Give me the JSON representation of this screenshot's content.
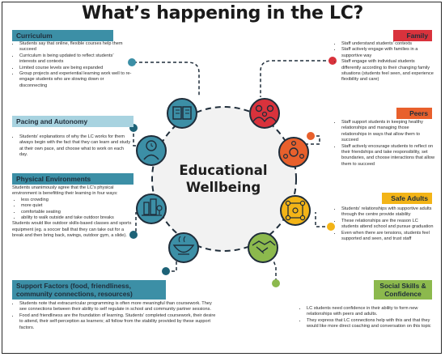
{
  "title": "What’s happening in the LC?",
  "center": {
    "line1": "Educational",
    "line2": "Wellbeing"
  },
  "colors": {
    "teal": "#3c8fa6",
    "dark_teal": "#1d6277",
    "red": "#d9323c",
    "orange": "#e8602c",
    "yellow": "#f3b417",
    "green": "#8cb94d",
    "circle_bg": "#f2f2f2",
    "ring": "#1f2d3a"
  },
  "sections": {
    "curriculum": {
      "header": "Curriculum",
      "items": [
        "Students say that online, flexible courses help them succeed",
        "Curriculum is being updated to reflect students’ interests and contexts",
        "Limited course levels are being expanded",
        "Group projects and experiential learning work well to re-engage students who are slowing down or disconnecting"
      ]
    },
    "pacing": {
      "header": "Pacing and Autonomy",
      "items": [
        "Students’ explanations of why the LC works for them always begin with the fact that they can learn and study at their own pace, and choose what to work on each day."
      ]
    },
    "physical": {
      "header": "Physical Environments",
      "intro": "Students unanimously agree that the LC’s physical environment is benefitting their learning in four ways:",
      "items": [
        "less crowding",
        "more quiet",
        "comfortable seating",
        "ability to walk outside and take outdoor breaks"
      ],
      "outro": "Students would like outdoor skills-based classes and sports equipment (eg. a soccer ball that they can take out for a break and then bring back, swings, outdoor gym, a slide)."
    },
    "support": {
      "header_line1": "Support Factors (food, friendliness,",
      "header_line2": "community connections, resources)",
      "items": [
        "Students note that extracurricular programming is often more meaningful than coursework. They see connections between their ability to self regulate in school and community partner sessions.",
        "Food and friendliness are the foundation of learning. Students’ completed coursework, their desire to attend, their self-perception as learners; all follow from the stability provided by these support factors."
      ]
    },
    "family": {
      "header": "Family",
      "items": [
        "Staff understand students’ contexts",
        "Staff actively engage with families in a supportive way",
        "Staff engage with individual students differently according to their changing family situations (students feel seen, and experience flexibility and care)"
      ]
    },
    "peers": {
      "header": "Peers",
      "items": [
        "Staff support students in keeping healthy relationships and managing those relationships in ways that allow them to succeed",
        "Staff actively encourage students to reflect on their friendships and take responsibility, set boundaries, and choose interactions that allow them to succeed"
      ]
    },
    "safe_adults": {
      "header": "Safe Adults",
      "items": [
        "Students’ relationships with supportive adults through the centre provide stability",
        "These relationships are the reason LC students attend school and pursue graduation",
        "Even when there are tensions, students feel supported and seen, and trust staff"
      ]
    },
    "social": {
      "header_line1": "Social Skills &",
      "header_line2": "Confidence",
      "items": [
        "LC students need confidence in their ability to form new relationships with peers and adults.",
        "They express that LC connections help with this and that they would like more direct coaching and conversation on this topic"
      ]
    }
  },
  "icons": [
    "book-icon",
    "family-icon",
    "person-clock-icon",
    "peers-icon",
    "city-environment-icon",
    "adults-network-icon",
    "food-bowl-icon",
    "handshake-icon"
  ]
}
